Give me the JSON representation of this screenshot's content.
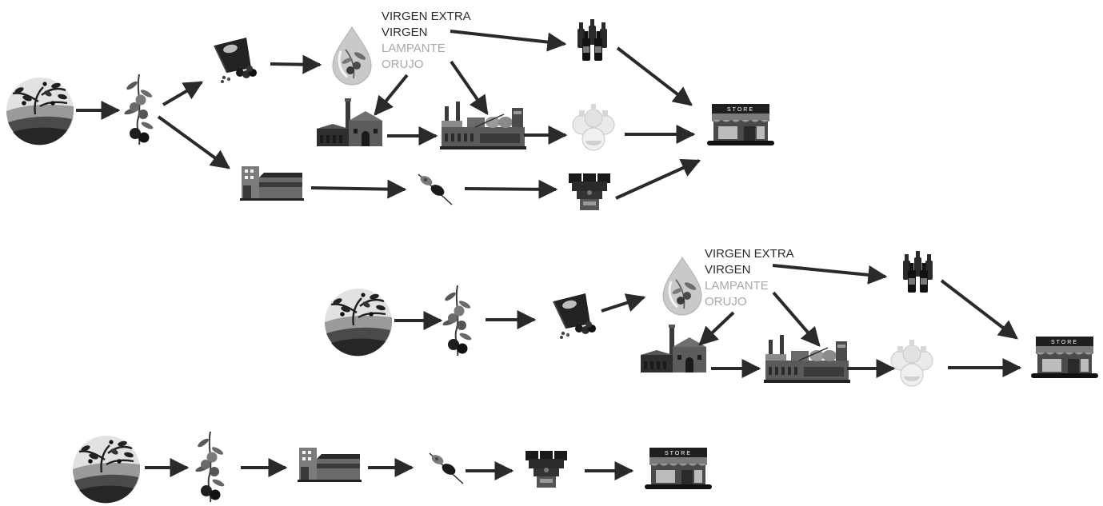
{
  "flow_top": {
    "oil_grades": [
      "VIRGEN EXTRA",
      "VIRGEN",
      "LAMPANTE",
      "ORUJO"
    ],
    "store_sign": "STORE"
  },
  "flow_middle": {
    "oil_grades": [
      "VIRGEN EXTRA",
      "VIRGEN",
      "LAMPANTE",
      "ORUJO"
    ],
    "store_sign": "STORE"
  },
  "flow_bottom": {
    "store_sign": "STORE"
  },
  "colors": {
    "grade_dark": "#2b2b2b",
    "grade_light": "#a8a8a8",
    "arrow": "#2a2a2a"
  }
}
